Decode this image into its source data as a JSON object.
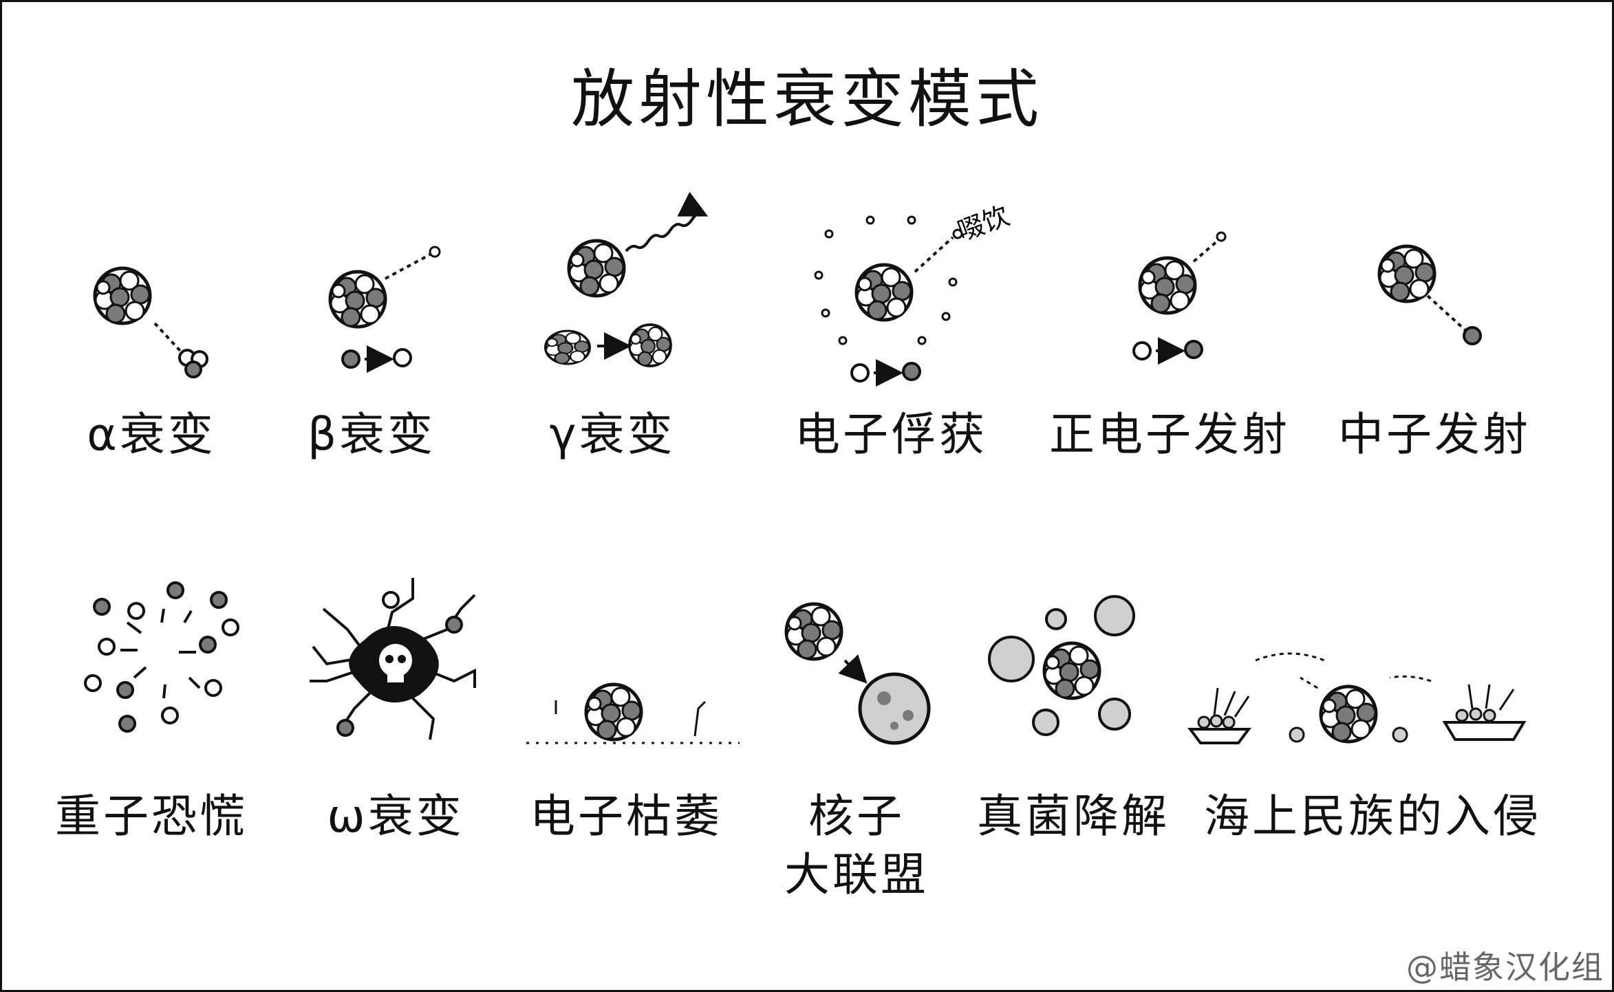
{
  "title": "放射性衰变模式",
  "watermark": "@蜡象汉化组",
  "annotations": {
    "slurp": "啜饮"
  },
  "modes": [
    {
      "label": "α衰变"
    },
    {
      "label": "β衰变"
    },
    {
      "label": "γ衰变"
    },
    {
      "label": "电子俘获"
    },
    {
      "label": "正电子发射"
    },
    {
      "label": "中子发射"
    },
    {
      "label": "重子恐慌"
    },
    {
      "label": "ω衰变"
    },
    {
      "label": "电子枯萎"
    },
    {
      "label_line1": "核子",
      "label_line2": "大联盟"
    },
    {
      "label": "真菌降解"
    },
    {
      "label": "海上民族的入侵"
    }
  ],
  "colors": {
    "ink": "#111111",
    "gray": "#7a7a7a",
    "light": "#cfcfcf"
  }
}
